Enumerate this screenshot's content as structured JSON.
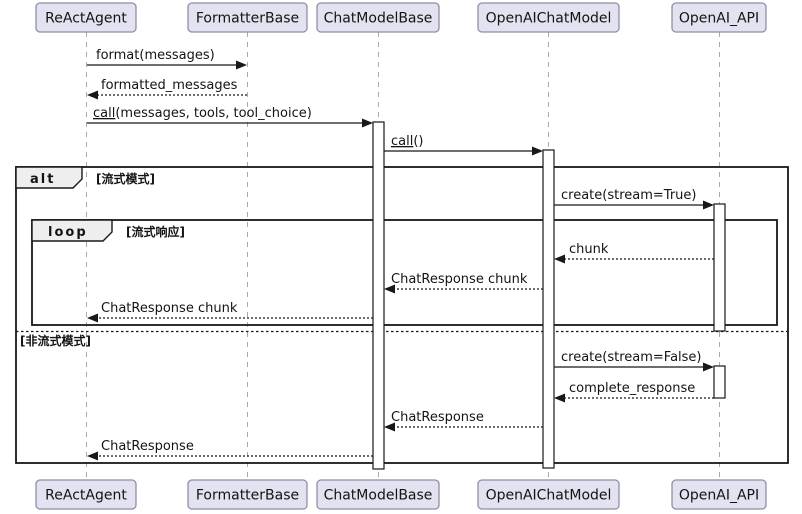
{
  "diagram_type": "uml-sequence-diagram",
  "participants": [
    {
      "label": "ReActAgent"
    },
    {
      "label": "FormatterBase"
    },
    {
      "label": "ChatModelBase"
    },
    {
      "label": "OpenAIChatModel"
    },
    {
      "label": "OpenAI_API"
    }
  ],
  "fragments": {
    "alt": {
      "operator": "alt",
      "guard_streaming": "[流式模式]",
      "guard_non_streaming": "[非流式模式]"
    },
    "loop": {
      "operator": "loop",
      "guard": "[流式响应]"
    }
  },
  "messages": [
    {
      "label": "format(messages)",
      "from": "ReActAgent",
      "to": "FormatterBase",
      "style": "solid"
    },
    {
      "label": "formatted_messages",
      "from": "FormatterBase",
      "to": "ReActAgent",
      "style": "return"
    },
    {
      "label_underlined": "call",
      "label_rest": "(messages, tools, tool_choice)",
      "from": "ReActAgent",
      "to": "ChatModelBase",
      "style": "solid"
    },
    {
      "label_underlined": "call",
      "label_rest": "()",
      "from": "ChatModelBase",
      "to": "OpenAIChatModel",
      "style": "solid"
    },
    {
      "label": "create(stream=True)",
      "from": "OpenAIChatModel",
      "to": "OpenAI_API",
      "style": "solid"
    },
    {
      "label": "chunk",
      "from": "OpenAI_API",
      "to": "OpenAIChatModel",
      "style": "return"
    },
    {
      "label": "ChatResponse chunk",
      "from": "OpenAIChatModel",
      "to": "ChatModelBase",
      "style": "return"
    },
    {
      "label": "ChatResponse chunk",
      "from": "ChatModelBase",
      "to": "ReActAgent",
      "style": "return"
    },
    {
      "label": "create(stream=False)",
      "from": "OpenAIChatModel",
      "to": "OpenAI_API",
      "style": "solid"
    },
    {
      "label": "complete_response",
      "from": "OpenAI_API",
      "to": "OpenAIChatModel",
      "style": "return"
    },
    {
      "label": "ChatResponse",
      "from": "OpenAIChatModel",
      "to": "ChatModelBase",
      "style": "return"
    },
    {
      "label": "ChatResponse",
      "from": "ChatModelBase",
      "to": "ReActAgent",
      "style": "return"
    }
  ],
  "colors": {
    "background": "#FFFFFF",
    "participant_fill": "#E2E2F0",
    "participant_border": "#8E8EA8",
    "lifeline": "#AAAAAA",
    "line": "#181818",
    "fragment_header_fill": "#EEEEEE",
    "text": "#141414"
  }
}
